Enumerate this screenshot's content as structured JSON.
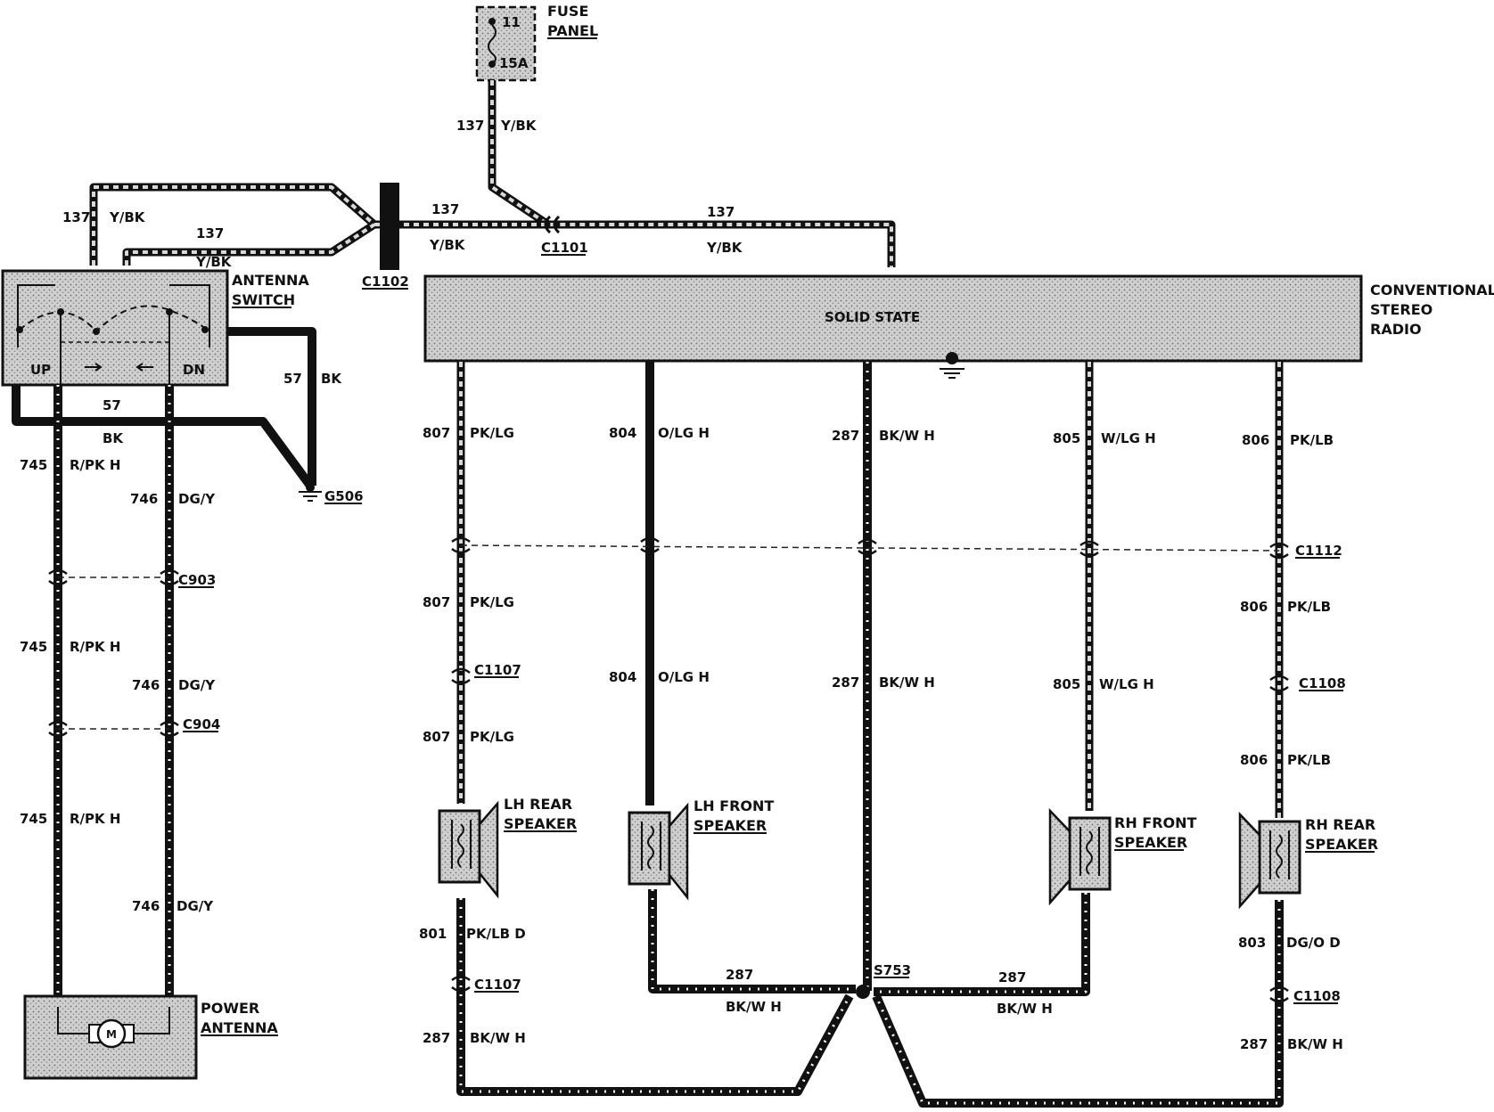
{
  "components": {
    "fuse_panel": {
      "label": [
        "FUSE",
        "PANEL"
      ],
      "fuse_number": "11",
      "rating": "15A"
    },
    "antenna_switch": {
      "label": [
        "ANTENNA",
        "SWITCH"
      ],
      "up": "UP",
      "dn": "DN"
    },
    "radio": {
      "label": [
        "CONVENTIONAL",
        "STEREO",
        "RADIO"
      ],
      "inner": "SOLID STATE"
    },
    "power_antenna": {
      "label": [
        "POWER",
        "ANTENNA"
      ],
      "motor": "M"
    },
    "lh_rear_speaker": {
      "label": [
        "LH REAR",
        "SPEAKER"
      ]
    },
    "lh_front_speaker": {
      "label": [
        "LH FRONT",
        "SPEAKER"
      ]
    },
    "rh_front_speaker": {
      "label": [
        "RH FRONT",
        "SPEAKER"
      ]
    },
    "rh_rear_speaker": {
      "label": [
        "RH REAR",
        "SPEAKER"
      ]
    }
  },
  "connectors": {
    "c1102": "C1102",
    "c1101": "C1101",
    "c903": "C903",
    "c904": "C904",
    "c1112": "C1112",
    "c1107_a": "C1107",
    "c1107_b": "C1107",
    "c1108_a": "C1108",
    "c1108_b": "C1108",
    "s753": "S753",
    "g506": "G506"
  },
  "wire_labels": {
    "fuse_num": "137",
    "fuse_col": "Y/BK",
    "sw1_num": "137",
    "sw1_col": "Y/BK",
    "sw2_num": "137",
    "sw2_col": "Y/BK",
    "c1102_num": "137",
    "c1102_col": "Y/BK",
    "radio_num": "137",
    "radio_col": "Y/BK",
    "g1_num": "57",
    "g1_col": "BK",
    "g2_num": "57",
    "g2_col": "BK",
    "a745_1_num": "745",
    "a745_1_col": "R/PK H",
    "a746_1_num": "746",
    "a746_1_col": "DG/Y",
    "a745_2_num": "745",
    "a745_2_col": "R/PK H",
    "a746_2_num": "746",
    "a746_2_col": "DG/Y",
    "a745_3_num": "745",
    "a745_3_col": "R/PK H",
    "a746_3_num": "746",
    "a746_3_col": "DG/Y",
    "s807_1_num": "807",
    "s807_1_col": "PK/LG",
    "s807_2_num": "807",
    "s807_2_col": "PK/LG",
    "s807_3_num": "807",
    "s807_3_col": "PK/LG",
    "s804_1_num": "804",
    "s804_1_col": "O/LG H",
    "s804_2_num": "804",
    "s804_2_col": "O/LG H",
    "s287_1_num": "287",
    "s287_1_col": "BK/W H",
    "s287_2_num": "287",
    "s287_2_col": "BK/W H",
    "s805_1_num": "805",
    "s805_1_col": "W/LG H",
    "s805_2_num": "805",
    "s805_2_col": "W/LG H",
    "s806_1_num": "806",
    "s806_1_col": "PK/LB",
    "s806_2_num": "806",
    "s806_2_col": "PK/LB",
    "s806_3_num": "806",
    "s806_3_col": "PK/LB",
    "s801_num": "801",
    "s801_col": "PK/LB D",
    "s803_num": "803",
    "s803_col": "DG/O D",
    "g287_lf_num": "287",
    "g287_lf_col": "BK/W H",
    "g287_rf_num": "287",
    "g287_rf_col": "BK/W H",
    "g287_lr_num": "287",
    "g287_lr_col": "BK/W H",
    "g287_rr_num": "287",
    "g287_rr_col": "BK/W H"
  }
}
